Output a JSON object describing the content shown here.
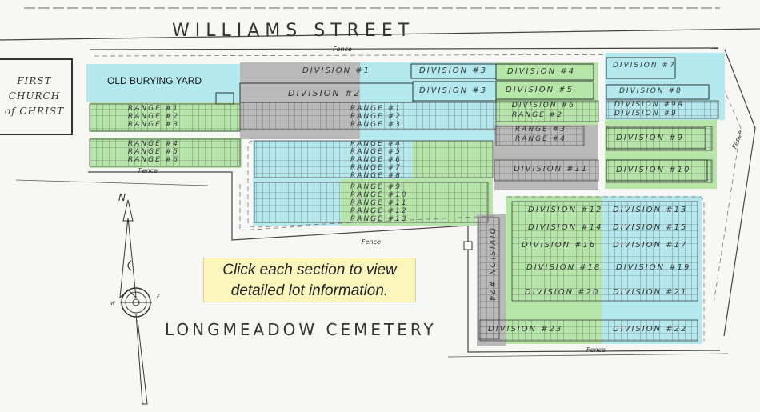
{
  "street_label": "WILLIAMS   STREET",
  "cemetery_label": "LONGMEADOW  CEMETERY",
  "fence_label": "Fence",
  "church_lines": [
    "FIRST",
    "CHURCH",
    "of CHRIST"
  ],
  "old_burying_yard": "OLD BURYING YARD",
  "instructions": {
    "line1": "Click each section to view",
    "line2": "detailed lot information."
  },
  "compass": {
    "north": "N",
    "east": "E",
    "west": "W"
  },
  "colors": {
    "green": "#b5e6a8",
    "blue": "#b2e8ee",
    "gray": "#b9b9b9",
    "callout": "#fbf7bc"
  },
  "ranges_left": [
    "RANGE #1",
    "RANGE #2",
    "RANGE #3",
    "RANGE #4",
    "RANGE #5",
    "RANGE #6"
  ],
  "ranges_center": [
    "RANGE #1",
    "RANGE #2",
    "RANGE #3",
    "RANGE #4",
    "RANGE #5",
    "RANGE #6",
    "RANGE #7",
    "RANGE #8",
    "RANGE #9",
    "RANGE #10",
    "RANGE #11",
    "RANGE #12",
    "RANGE #13"
  ],
  "ranges_small": [
    "RANGE #3",
    "RANGE #4"
  ],
  "ranges_right_top": [
    "RANGE #2"
  ],
  "divisions": {
    "d1": "DIVISION #1",
    "d2": "DIVISION #2",
    "d3a": "DIVISION #3",
    "d3b": "DIVISION #3",
    "d4": "DIVISION #4",
    "d5": "DIVISION #5",
    "d6": "DIVISION #6",
    "d7": "DIVISION #7",
    "d8": "DIVISION #8",
    "d9a": "DIVISION #9A",
    "d9b": "DIVISION #9",
    "d9c": "DIVISION #9",
    "d10": "DIVISION #10",
    "d11": "DIVISION #11",
    "d12": "DIVISION #12",
    "d13": "DIVISION #13",
    "d14": "DIVISION #14",
    "d15": "DIVISION #15",
    "d16": "DIVISION #16",
    "d17": "DIVISION #17",
    "d18": "DIVISION #18",
    "d19": "DIVISION #19",
    "d20": "DIVISION #20",
    "d21": "DIVISION #21",
    "d22": "DIVISION #22",
    "d23": "DIVISION #23",
    "d24": "DIVISION #24"
  }
}
